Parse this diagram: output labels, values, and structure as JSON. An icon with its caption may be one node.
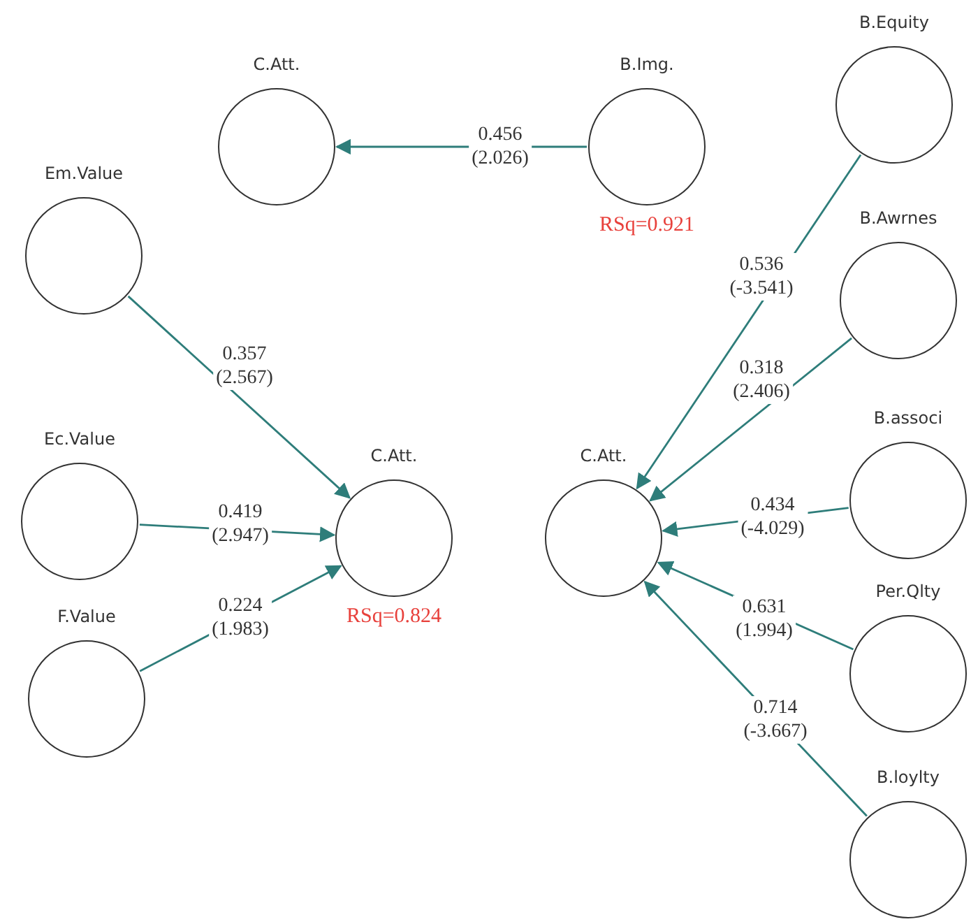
{
  "diagram": {
    "nodes": [
      {
        "text": [
          "C.Att."
        ]
      },
      {
        "text": [
          "B.Img."
        ],
        "beside": [
          "RSq=0.921"
        ]
      },
      {
        "text": [
          "Em.Value"
        ]
      },
      {
        "text": [
          "C.Att."
        ],
        "beside": [
          "RSq=0.824"
        ]
      },
      {
        "text": [
          "Ec.Value"
        ]
      },
      {
        "text": [
          "F.Value"
        ]
      },
      {
        "text": [
          "C.Att."
        ]
      },
      {
        "text": [
          "B.Equity"
        ]
      },
      {
        "text": [
          "B.Awrnes"
        ]
      },
      {
        "text": [
          "B.associ"
        ]
      },
      {
        "text": [
          "Per.Qlty"
        ]
      },
      {
        "text": [
          "B.loylty"
        ]
      }
    ],
    "edges": [
      {
        "from": 1,
        "to": 0,
        "arrow": "to",
        "label": "0.456 (2.026)"
      },
      {
        "from": 2,
        "to": 3,
        "arrow": "to",
        "label": "0.357 (2.567)"
      },
      {
        "from": 4,
        "to": 3,
        "arrow": "to",
        "label": "0.419 (2.947)"
      },
      {
        "from": 5,
        "to": 3,
        "arrow": "to",
        "label": "0.224 (1.983)"
      },
      {
        "from": 7,
        "to": 6,
        "arrow": "to",
        "label": "0.536 (-3.541)"
      },
      {
        "from": 8,
        "to": 6,
        "arrow": "to",
        "label": "0.318 (2.406)"
      },
      {
        "from": 9,
        "to": 6,
        "arrow": "to",
        "label": "0.434 (-4.029)"
      },
      {
        "from": 10,
        "to": 6,
        "arrow": "to",
        "label": "0.631 (1.994)"
      },
      {
        "from": 11,
        "to": 6,
        "arrow": "to",
        "label": "0.714 (-3.667)"
      }
    ]
  }
}
